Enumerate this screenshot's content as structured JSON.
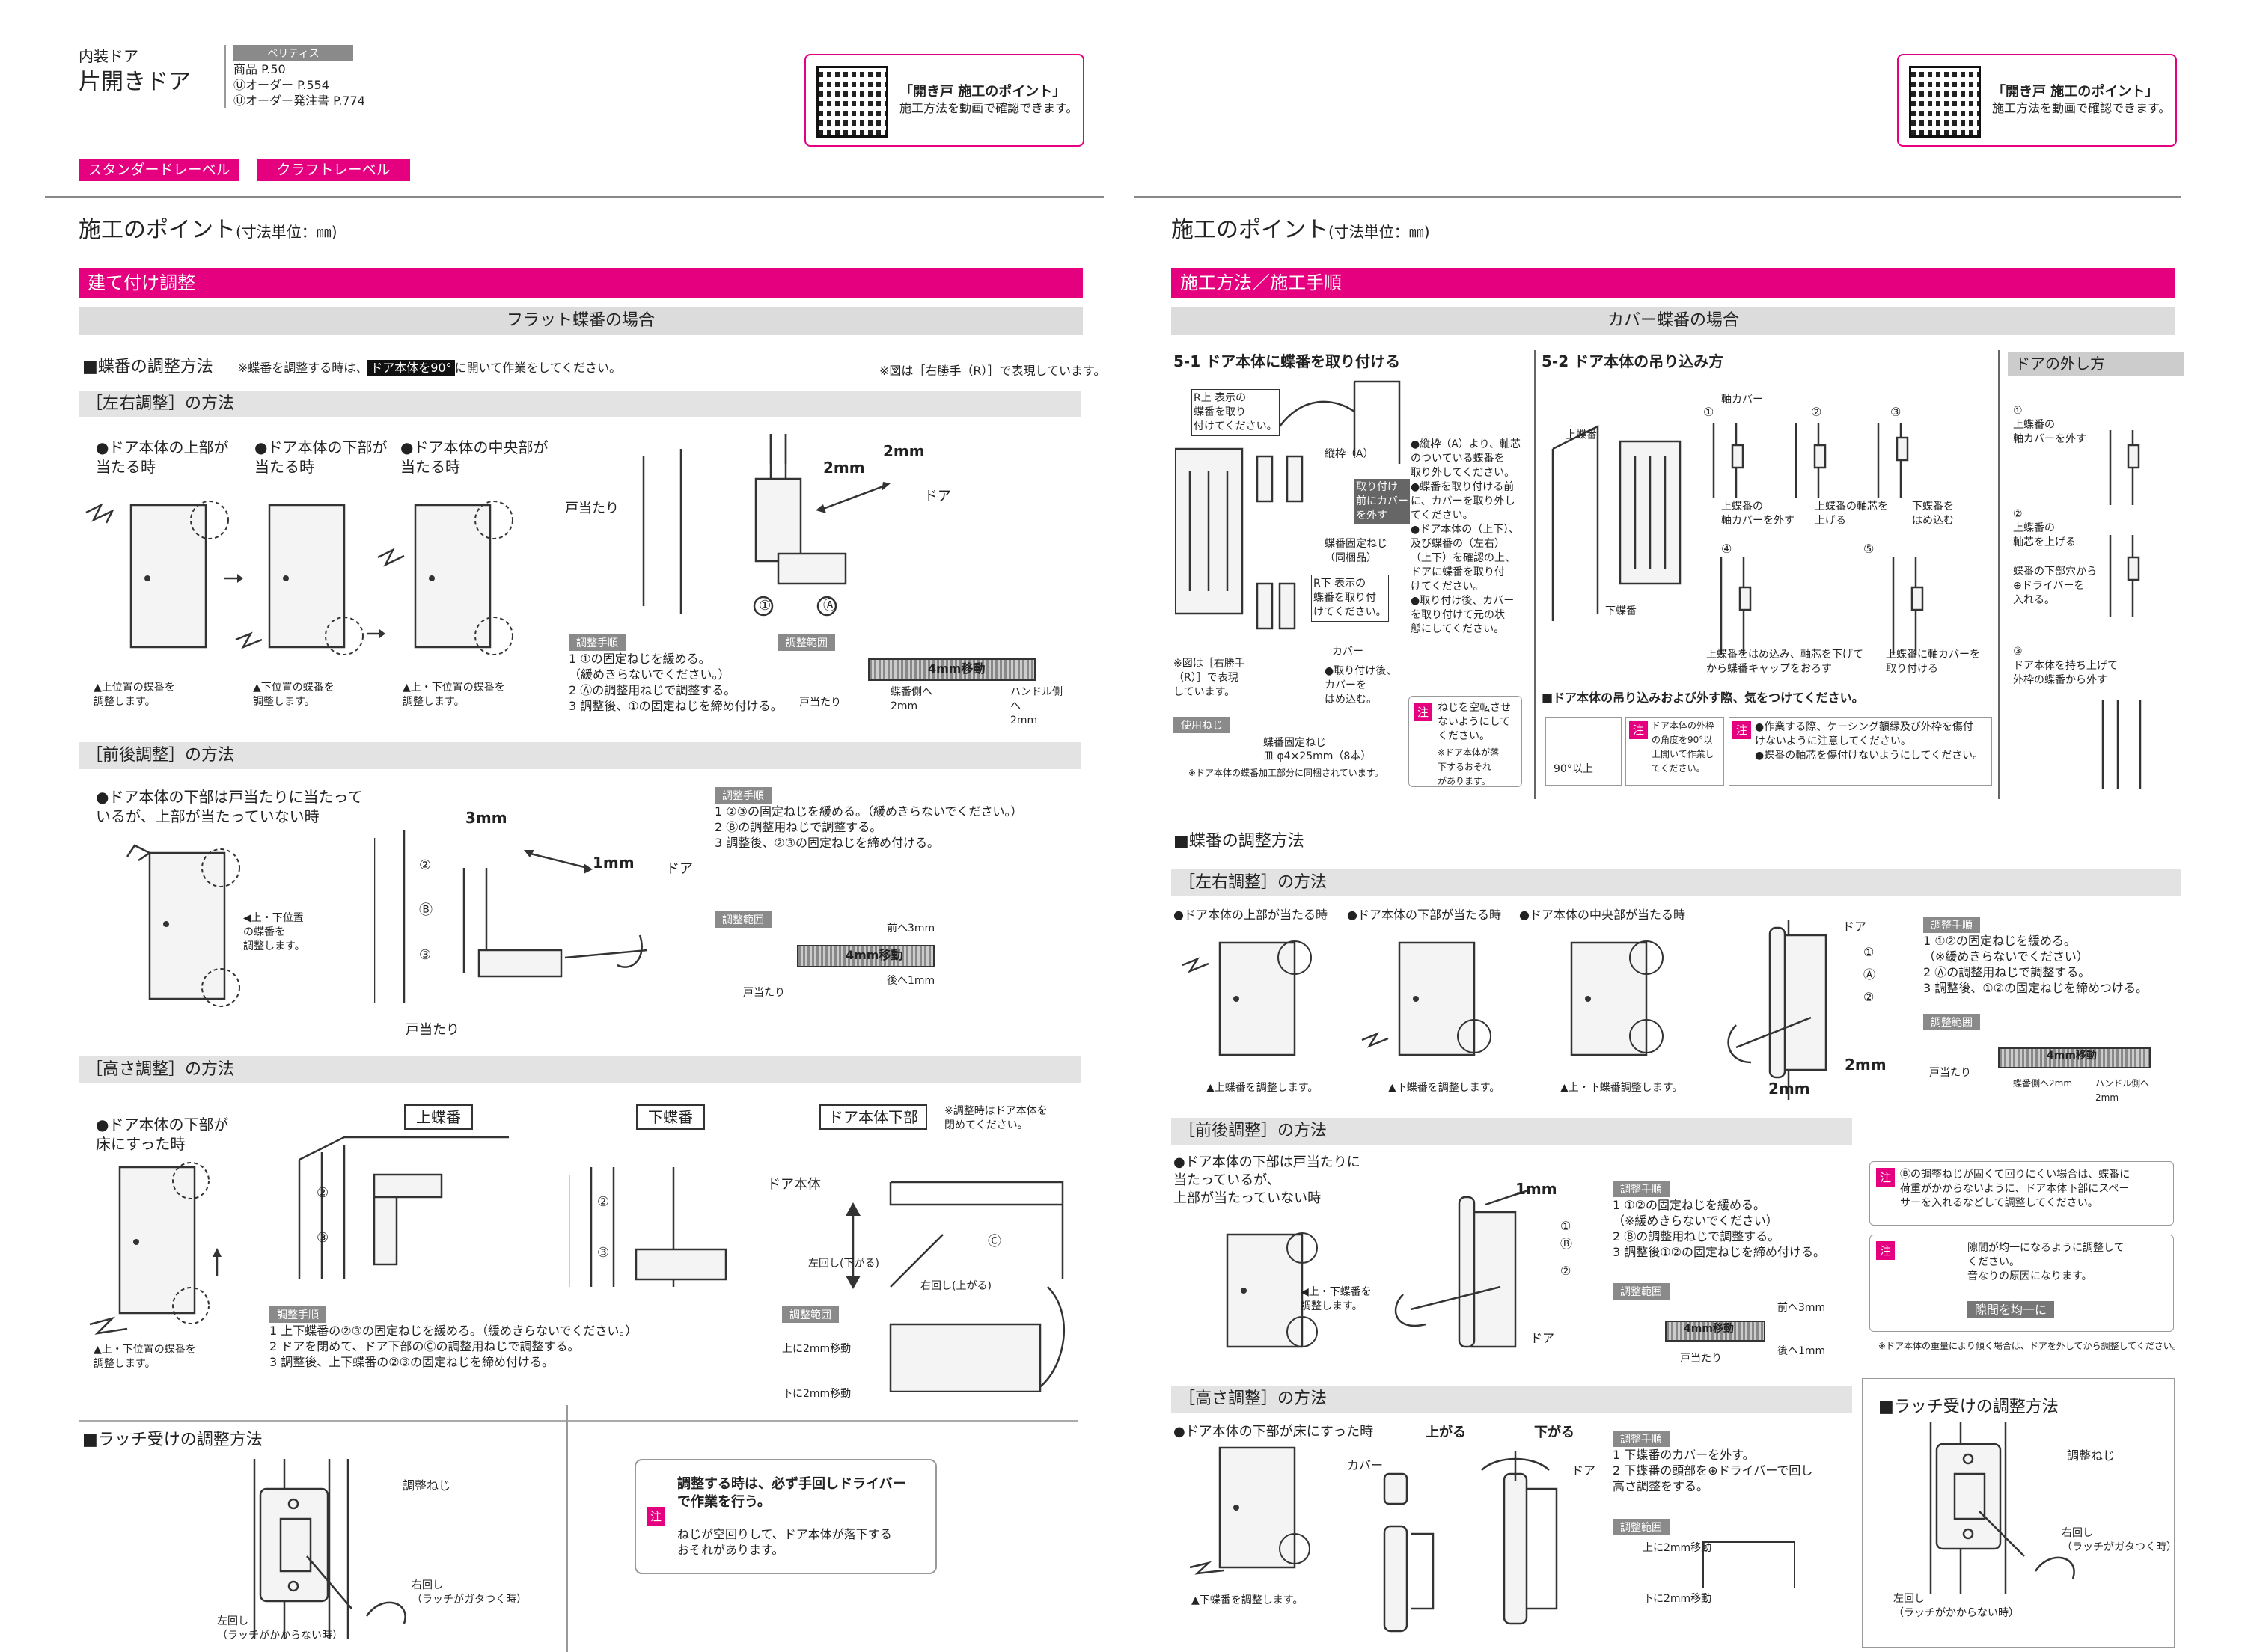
{
  "left": {
    "header": {
      "category": "内装ドア",
      "title": "片開きドア",
      "catalog_name": "ベリティス",
      "catalog_rows": [
        "商品 P.50",
        "Ⓤオーダー P.554",
        "Ⓤオーダー発注書 P.774"
      ]
    },
    "qr": {
      "title": "「開き戸 施工のポイント」",
      "desc": "施工方法を動画で確認できます。"
    },
    "levels": [
      "スタンダードレーベル",
      "クラフトレーベル"
    ],
    "page_title": "施工のポイント",
    "page_unit": "(寸法単位：㎜)",
    "section": "建て付け調整",
    "subheader": "フラット蝶番の場合",
    "hinge_title": "■蝶番の調整方法",
    "hinge_note1": "※蝶番を調整する時は、",
    "hinge_note_highlight": "ドア本体を90°",
    "hinge_note2": "に開いて作業をしてください。",
    "hinge_note_right": "※図は［右勝手（R）］で表現しています。",
    "lr": {
      "title": "［左右調整］の方法",
      "cases": [
        "●ドア本体の上部が\n当たる時",
        "●ドア本体の下部が\n当たる時",
        "●ドア本体の中央部が\n当たる時"
      ],
      "captions": [
        "▲上位置の蝶番を\n調整します。",
        "▲下位置の蝶番を\n調整します。",
        "▲上・下位置の蝶番を\n調整します。"
      ],
      "label_todatari": "戸当たり",
      "label_door": "ドア",
      "dim_a": "2mm",
      "dim_b": "2mm",
      "mark_1": "①",
      "mark_a": "Ⓐ",
      "proc_tag": "調整手順",
      "steps": [
        "1 ①の固定ねじを緩める。\n（緩めきらないでください。）",
        "2 Ⓐの調整用ねじで調整する。",
        "3 調整後、①の固定ねじを締め付ける。"
      ],
      "range_tag": "調整範囲",
      "range_move": "4mm移動",
      "range_left": "戸当たり",
      "range_l1": "蝶番側へ\n2mm",
      "range_r1": "ハンドル側へ\n2mm"
    },
    "fb": {
      "title": "［前後調整］の方法",
      "case": "●ドア本体の下部は戸当たりに当たって\nいるが、上部が当たっていない時",
      "caption": "◀上・下位置\nの蝶番を\n調整します。",
      "dim_a": "3mm",
      "dim_b": "1mm",
      "label_door": "ドア",
      "label_todatari": "戸当たり",
      "marks": [
        "②",
        "Ⓑ",
        "③"
      ],
      "proc_tag": "調整手順",
      "steps": [
        "1 ②③の固定ねじを緩める。（緩めきらないでください。）",
        "2 Ⓑの調整用ねじで調整する。",
        "3 調整後、②③の固定ねじを締め付ける。"
      ],
      "range_tag": "調整範囲",
      "range_move": "4mm移動",
      "range_front": "前へ3mm",
      "range_back": "後へ1mm",
      "range_left": "戸当たり"
    },
    "ht": {
      "title": "［高さ調整］の方法",
      "case": "●ドア本体の下部が\n床にすった時",
      "caption": "▲上・下位置の蝶番を\n調整します。",
      "box_upper": "上蝶番",
      "box_lower": "下蝶番",
      "box_bottom": "ドア本体下部",
      "note_closed": "※調整時はドア本体を\n閉めてください。",
      "label_door": "ドア本体",
      "marks": [
        "②",
        "③",
        "②",
        "③",
        "Ⓒ"
      ],
      "rot_left": "左回し(下がる)",
      "rot_right": "右回し(上がる)",
      "proc_tag": "調整手順",
      "steps": [
        "1 上下蝶番の②③の固定ねじを緩める。（緩めきらないでください。）",
        "2 ドアを閉めて、ドア下部のⒸの調整用ねじで調整する。",
        "3 調整後、上下蝶番の②③の固定ねじを締め付ける。"
      ],
      "range_tag": "調整範囲",
      "range_up": "上に2mm移動",
      "range_down": "下に2mm移動"
    },
    "latch": {
      "title": "■ラッチ受けの調整方法",
      "screw": "調整ねじ",
      "right": "右回し\n（ラッチがガタつく時）",
      "left": "左回し\n（ラッチがかからない時）"
    },
    "caution": {
      "tag": "注",
      "main": "調整する時は、必ず手回しドライバー\nで作業を行う。",
      "sub": "ねじが空回りして、ドア本体が落下する\nおそれがあります。"
    }
  },
  "right": {
    "qr": {
      "title": "「開き戸 施工のポイント」",
      "desc": "施工方法を動画で確認できます。"
    },
    "page_title": "施工のポイント",
    "page_unit": "(寸法単位：㎜)",
    "section": "施工方法／施工手順",
    "subheader": "カバー蝶番の場合",
    "s51": {
      "title": "5-1 ドア本体に蝶番を取り付ける",
      "rl_up": "R上 表示の\n蝶番を取り\n付けてください。",
      "rl_down": "R下 表示の\n蝶番を取り付\nけてください。",
      "frame": "縦枠（A）",
      "attach_note": "取り付け\n前にカバー\nを外す",
      "screw_label": "蝶番固定ねじ\n（同梱品）",
      "cover": "カバー",
      "cover_note": "●取り付け後、\nカバーを\nはめ込む。",
      "fig_note": "※図は［右勝手\n（R）］で表現\nしています。",
      "bullets": "●縦枠（A）より、軸芯\nのついている蝶番を\n取り外してください。\n●蝶番を取り付ける前\nに、カバーを取り外し\nてください。\n●ドア本体の（上下）、\n及び蝶番の（左右）\n（上下）を確認の上、\nドアに蝶番を取り付\nけてください。\n●取り付け後、カバー\nを取り付けて元の状\n態にしてください。",
      "used_tag": "使用ねじ",
      "screw_name": "蝶番固定ねじ",
      "screw_spec": "皿 φ4×25mm（8本）",
      "screw_note": "※ドア本体の蝶番加工部分に同梱されています。",
      "caution_tag": "注",
      "caution": "ねじを空転させ\nないようにして\nください。",
      "caution_sub": "※ドア本体が落\n下するおそれ\nがあります。"
    },
    "s52": {
      "title": "5-2 ドア本体の吊り込み方",
      "upper": "上蝶番",
      "lower": "下蝶番",
      "axis_cover": "軸カバー",
      "steps": [
        "上蝶番の\n軸カバーを外す",
        "上蝶番の軸芯を\n上げる",
        "下蝶番を\nはめ込む",
        "上蝶番をはめ込み、軸芯を下げて\nから蝶番キャップをおろす",
        "上蝶番に軸カバーを\n取り付ける"
      ],
      "nums": [
        "①",
        "②",
        "③",
        "④",
        "⑤"
      ],
      "attention": "■ドア本体の吊り込みおよび外す際、気をつけてください。",
      "deg": "90°以上",
      "tag": "注",
      "n1": "ドア本体の外枠\nの角度を90°以\n上開いて作業し\nてください。",
      "n2": "●作業する際、ケーシング額縁及び外枠を傷付\nけないように注意してください。\n●蝶番の軸芯を傷付けないようにしてください。"
    },
    "remove": {
      "title": "ドアの外し方",
      "steps": [
        "①\n上蝶番の\n軸カバーを外す",
        "②\n上蝶番の\n軸芯を上げる",
        "蝶番の下部穴から\n⊕ドライバーを\n入れる。",
        "③\nドア本体を持ち上げて\n外枠の蝶番から外す"
      ]
    },
    "hinge_title": "■蝶番の調整方法",
    "lr": {
      "title": "［左右調整］の方法",
      "cases": [
        "●ドア本体の上部が当たる時",
        "●ドア本体の下部が当たる時",
        "●ドア本体の中央部が当たる時"
      ],
      "captions": [
        "▲上蝶番を調整します。",
        "▲下蝶番を調整します。",
        "▲上・下蝶番調整します。"
      ],
      "door": "ドア",
      "marks": [
        "①",
        "Ⓐ",
        "②"
      ],
      "dim_a": "2mm",
      "dim_b": "2mm",
      "proc_tag": "調整手順",
      "steps": [
        "1 ①②の固定ねじを緩める。\n（※緩めきらないでください）",
        "2 Ⓐの調整用ねじで調整する。",
        "3 調整後、①②の固定ねじを締めつける。"
      ],
      "range_tag": "調整範囲",
      "range_move": "4mm移動",
      "range_left": "戸当たり",
      "range_l": "蝶番側へ2mm",
      "range_r": "ハンドル側へ2mm"
    },
    "fb": {
      "title": "［前後調整］の方法",
      "case": "●ドア本体の下部は戸当たりに\n当たっているが、\n上部が当たっていない時",
      "caption": "◀上・下蝶番を\n調整します。",
      "dim": "1mm",
      "door": "ドア",
      "marks": [
        "①",
        "Ⓑ",
        "②"
      ],
      "proc_tag": "調整手順",
      "steps": [
        "1 ①②の固定ねじを緩める。\n（※緩めきらないでください）",
        "2 Ⓑの調整用ねじで調整する。",
        "3 調整後①②の固定ねじを締め付ける。"
      ],
      "range_tag": "調整範囲",
      "range_move": "4mm移動",
      "range_front": "前へ3mm",
      "range_back": "後へ1mm",
      "range_left": "戸当たり"
    },
    "note_b": {
      "tag": "注",
      "text": "Ⓑの調整ねじが固くて回りにくい場合は、蝶番に\n荷重がかからないように、ドア本体下部にスペー\nサーを入れるなどして調整してください。"
    },
    "note_gap": {
      "tag": "注",
      "text": "隙間が均一になるように調整して\nください。\n音なりの原因になります。",
      "label": "隙間を均一に",
      "foot": "※ドア本体の重量により傾く場合は、ドアを外してから調整してください。"
    },
    "ht": {
      "title": "［高さ調整］の方法",
      "case": "●ドア本体の下部が床にすった時",
      "caption": "▲下蝶番を調整します。",
      "cover": "カバー",
      "up": "上がる",
      "down": "下がる",
      "door": "ドア",
      "proc_tag": "調整手順",
      "steps": [
        "1 下蝶番のカバーを外す。",
        "2 下蝶番の頭部を⊕ドライバーで回し\n高さ調整をする。"
      ],
      "range_tag": "調整範囲",
      "range_up": "上に2mm移動",
      "range_down": "下に2mm移動"
    },
    "latch": {
      "title": "■ラッチ受けの調整方法",
      "screw": "調整ねじ",
      "right": "右回し\n（ラッチがガタつく時）",
      "left": "左回し\n（ラッチがかからない時）"
    }
  }
}
